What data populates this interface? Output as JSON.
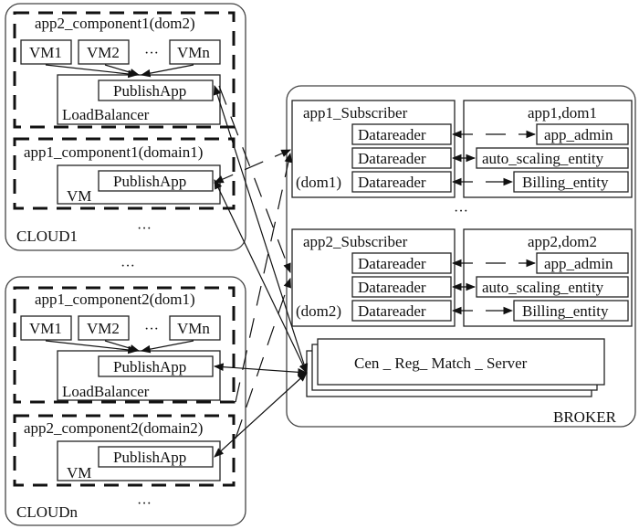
{
  "clouds": [
    {
      "label": "CLOUD1",
      "components": [
        {
          "title": "app2_component1(dom2)",
          "vms": [
            "VM1",
            "VM2",
            "VMn"
          ],
          "ellipsis": "···",
          "publisher": "PublishApp",
          "host": "LoadBalancer"
        },
        {
          "title": "app1_component1(domain1)",
          "publisher": "PublishApp",
          "host": "VM"
        }
      ],
      "more": "···"
    },
    {
      "label": "CLOUDn",
      "components": [
        {
          "title": "app1_component2(dom1)",
          "vms": [
            "VM1",
            "VM2",
            "VMn"
          ],
          "ellipsis": "···",
          "publisher": "PublishApp",
          "host": "LoadBalancer"
        },
        {
          "title": "app2_component2(domain2)",
          "publisher": "PublishApp",
          "host": "VM"
        }
      ],
      "more": "···"
    }
  ],
  "between_clouds": "···",
  "broker": {
    "label": "BROKER",
    "subscribers": [
      {
        "title": "app1_Subscriber",
        "domain": "(dom1)",
        "readers": [
          "Datareader",
          "Datareader",
          "Datareader"
        ],
        "group_title": "app1,dom1",
        "entities": [
          "app_admin",
          "auto_scaling_entity",
          "Billing_entity"
        ]
      },
      {
        "title": "app2_Subscriber",
        "domain": "(dom2)",
        "readers": [
          "Datareader",
          "Datareader",
          "Datareader"
        ],
        "group_title": "app2,dom2",
        "entities": [
          "app_admin",
          "auto_scaling_entity",
          "Billing_entity"
        ]
      }
    ],
    "between_subscribers": "···",
    "server": "Cen _ Reg_ Match _ Server"
  }
}
